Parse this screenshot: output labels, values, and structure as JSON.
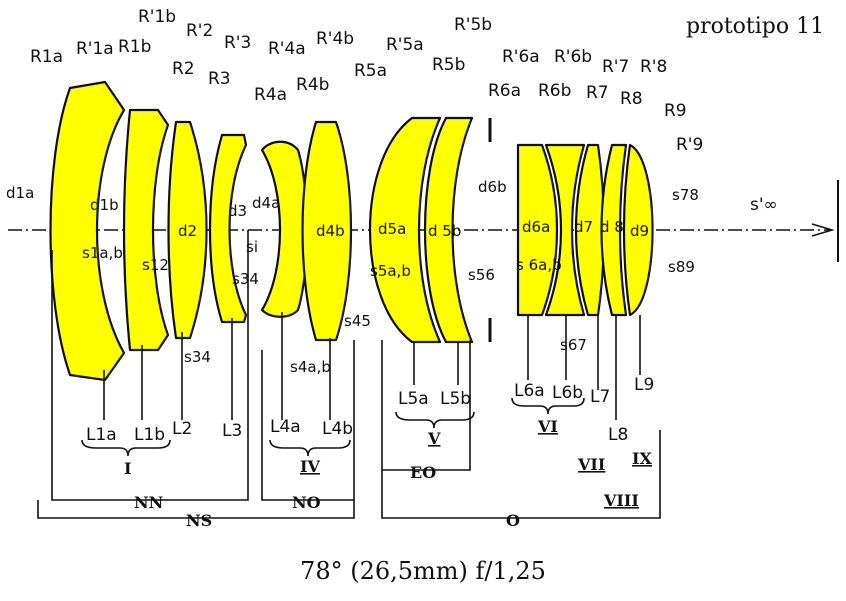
{
  "prototype_label": "prototipo 11",
  "caption": "78° (26,5mm) f/1,25",
  "labels": {
    "R1a": "R1a",
    "R1a_p": "R'1a",
    "R1b_p": "R'1b",
    "R1b": "R1b",
    "R2_p": "R'2",
    "R2": "R2",
    "R3_p": "R'3",
    "R3": "R3",
    "R4a_p": "R'4a",
    "R4a": "R4a",
    "R4b_p": "R'4b",
    "R4b": "R4b",
    "R5a_p": "R'5a",
    "R5a": "R5a",
    "R5b_p": "R'5b",
    "R5b": "R5b",
    "R6a_p": "R'6a",
    "R6a": "R6a",
    "R6b_p": "R'6b",
    "R6b": "R6b",
    "R7_p": "R'7",
    "R7": "R7",
    "R8_p": "R'8",
    "R8": "R8",
    "R9": "R9",
    "R9_p": "R'9",
    "d1a": "d1a",
    "d1b": "d1b",
    "d2": "d2",
    "d3": "d3",
    "d4a": "d4a",
    "d4b": "d4b",
    "d5a": "d5a",
    "d5b": "d 5b",
    "d6b": "d6b",
    "d6a": "d6a",
    "d7": "d7",
    "d8": "d 8",
    "d9": "d9",
    "s1ab": "s1a,b",
    "s12": "s12",
    "si": "si",
    "s34_mid": "s34",
    "s34": "s34",
    "s4ab": "s4a,b",
    "s45": "s45",
    "s5ab": "s5a,b",
    "s56": "s56",
    "s6ab": "s 6a,b",
    "s67": "s67",
    "s78": "s78",
    "s89": "s89",
    "s_inf": "s'∞",
    "L1a": "L1a",
    "L1b": "L1b",
    "L2": "L2",
    "L3": "L3",
    "L4a": "L4a",
    "L4b": "L4b",
    "L5a": "L5a",
    "L5b": "L5b",
    "L6a": "L6a",
    "L6b": "L6b",
    "L7": "L7",
    "L8": "L8",
    "L9": "L9",
    "g_I": "I",
    "g_IV": "IV",
    "g_V": "V",
    "g_VI": "VI",
    "g_VII": "VII",
    "g_VIII": "VIII",
    "g_IX": "IX",
    "NN": "NN",
    "NO": "NO",
    "EO": "EO",
    "NS": "NS",
    "O": "O"
  }
}
